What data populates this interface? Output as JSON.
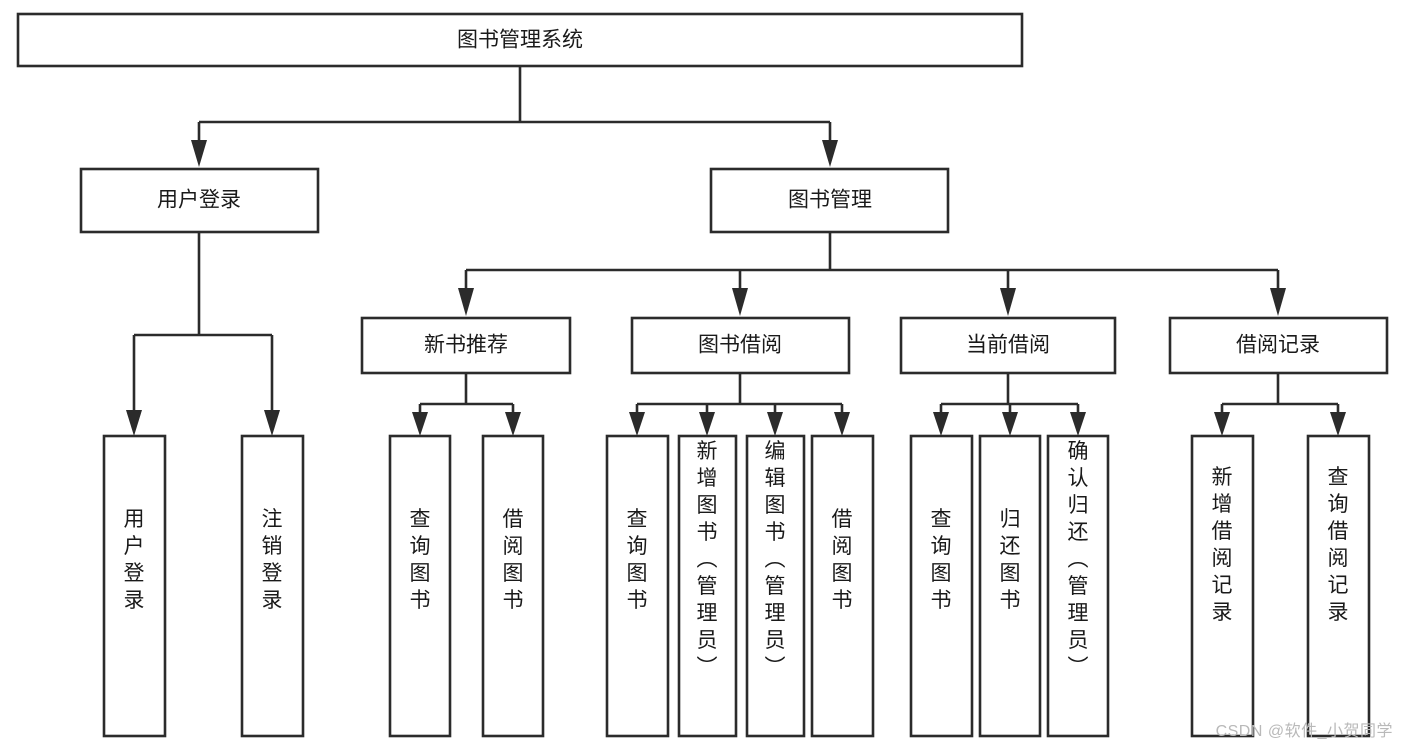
{
  "diagram": {
    "title": "图书管理系统",
    "type": "tree",
    "watermark": "CSDN @软件_小贺同学",
    "levels": {
      "root": {
        "label": "图书管理系统",
        "orientation": "horizontal"
      },
      "level2": [
        {
          "label": "用户登录",
          "orientation": "horizontal"
        },
        {
          "label": "图书管理",
          "orientation": "horizontal"
        }
      ],
      "level3": [
        {
          "label": "新书推荐",
          "orientation": "horizontal",
          "parent": "图书管理"
        },
        {
          "label": "图书借阅",
          "orientation": "horizontal",
          "parent": "图书管理"
        },
        {
          "label": "当前借阅",
          "orientation": "horizontal",
          "parent": "图书管理"
        },
        {
          "label": "借阅记录",
          "orientation": "horizontal",
          "parent": "图书管理"
        }
      ],
      "leaves": [
        {
          "label": "用户登录",
          "orientation": "vertical",
          "parent": "用户登录"
        },
        {
          "label": "注销登录",
          "orientation": "vertical",
          "parent": "用户登录"
        },
        {
          "label": "查询图书",
          "orientation": "vertical",
          "parent": "新书推荐"
        },
        {
          "label": "借阅图书",
          "orientation": "vertical",
          "parent": "新书推荐"
        },
        {
          "label": "查询图书",
          "orientation": "vertical",
          "parent": "图书借阅"
        },
        {
          "label": "新增图书（管理员）",
          "orientation": "vertical",
          "parent": "图书借阅"
        },
        {
          "label": "编辑图书（管理员）",
          "orientation": "vertical",
          "parent": "图书借阅"
        },
        {
          "label": "借阅图书",
          "orientation": "vertical",
          "parent": "图书借阅"
        },
        {
          "label": "查询图书",
          "orientation": "vertical",
          "parent": "当前借阅"
        },
        {
          "label": "归还图书",
          "orientation": "vertical",
          "parent": "当前借阅"
        },
        {
          "label": "确认归还（管理员）",
          "orientation": "vertical",
          "parent": "当前借阅"
        },
        {
          "label": "新增借阅记录",
          "orientation": "vertical",
          "parent": "借阅记录"
        },
        {
          "label": "查询借阅记录",
          "orientation": "vertical",
          "parent": "借阅记录"
        }
      ]
    },
    "colors": {
      "stroke": "#2b2b2b",
      "fill": "#ffffff",
      "text": "#1a1a1a",
      "watermark": "#b9b9b9"
    }
  }
}
